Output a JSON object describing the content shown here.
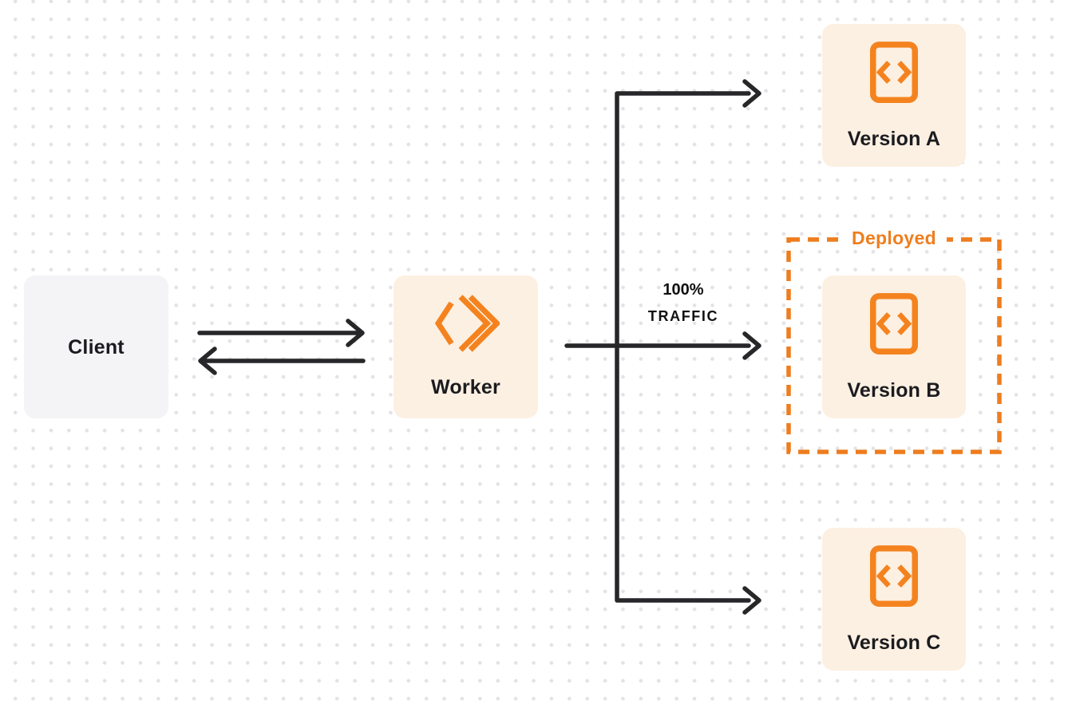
{
  "client": {
    "label": "Client"
  },
  "worker": {
    "label": "Worker",
    "icon": "worker-double-chevron-diamond-icon"
  },
  "traffic": {
    "line1": "100%",
    "line2": "TRAFFIC"
  },
  "deployed": {
    "label": "Deployed"
  },
  "versions": [
    {
      "label": "Version A",
      "icon": "code-file-icon"
    },
    {
      "label": "Version B",
      "icon": "code-file-icon",
      "status": "Deployed"
    },
    {
      "label": "Version C",
      "icon": "code-file-icon"
    }
  ],
  "colors": {
    "accent_orange": "#ef7e1e",
    "icon_orange": "#f4831f",
    "box_cream": "#fcf0e2",
    "box_gray": "#f4f4f6",
    "arrow_dark": "#27272a",
    "text_dark": "#1b1b1f",
    "dot_grid": "#e3e3e6"
  }
}
